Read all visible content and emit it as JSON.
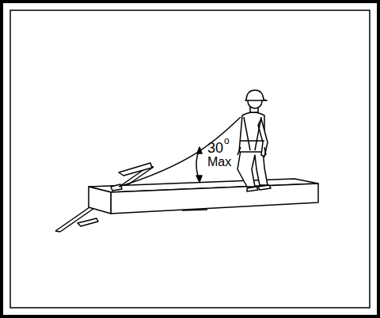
{
  "diagram": {
    "labels": [
      "30",
      "o",
      "Max"
    ]
  }
}
